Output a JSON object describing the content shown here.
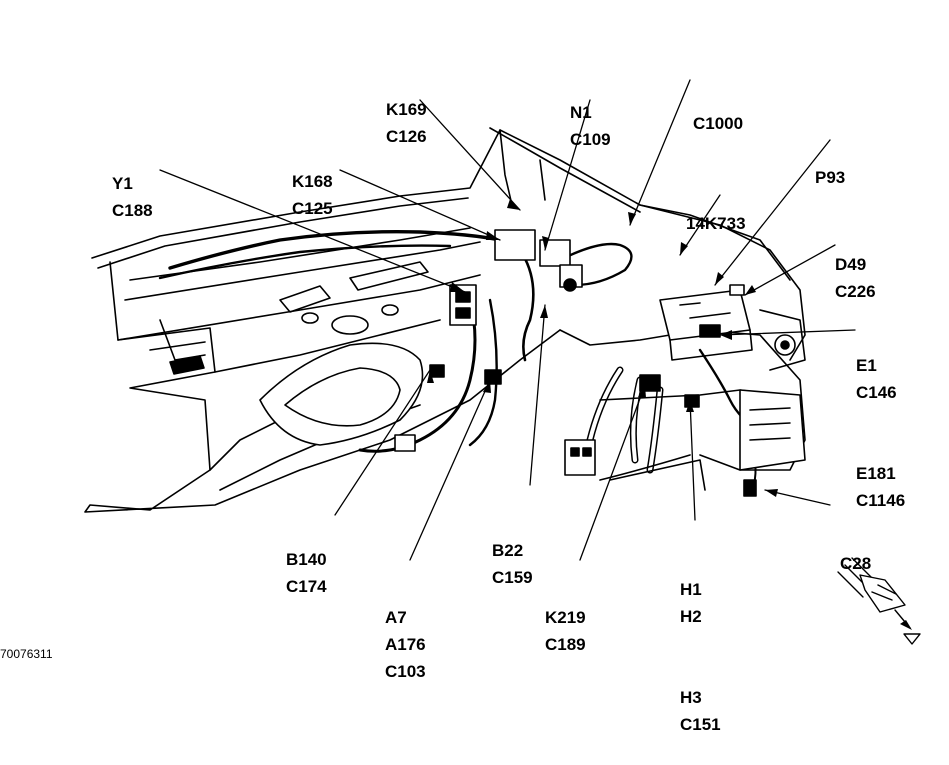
{
  "labels": {
    "y1": [
      "Y1",
      "C188"
    ],
    "k168": [
      "K168",
      "C125"
    ],
    "k169": [
      "K169",
      "C126"
    ],
    "n1": [
      "N1",
      "C109"
    ],
    "c1000": [
      "C1000"
    ],
    "p93": [
      "P93"
    ],
    "k14_733": [
      "14K733"
    ],
    "d49": [
      "D49",
      "C226"
    ],
    "e1": [
      "E1",
      "C146",
      "E181",
      "C1146"
    ],
    "c28": [
      "C28"
    ],
    "b140": [
      "B140",
      "C174"
    ],
    "b22": [
      "B22",
      "C159"
    ],
    "a7": [
      "A7",
      "A176",
      "C103"
    ],
    "k219": [
      "K219",
      "C189"
    ],
    "h1": [
      "H1",
      "H2",
      "H3",
      "C151"
    ]
  },
  "figure_id": "70076311",
  "icons": [
    "connector-icon"
  ]
}
